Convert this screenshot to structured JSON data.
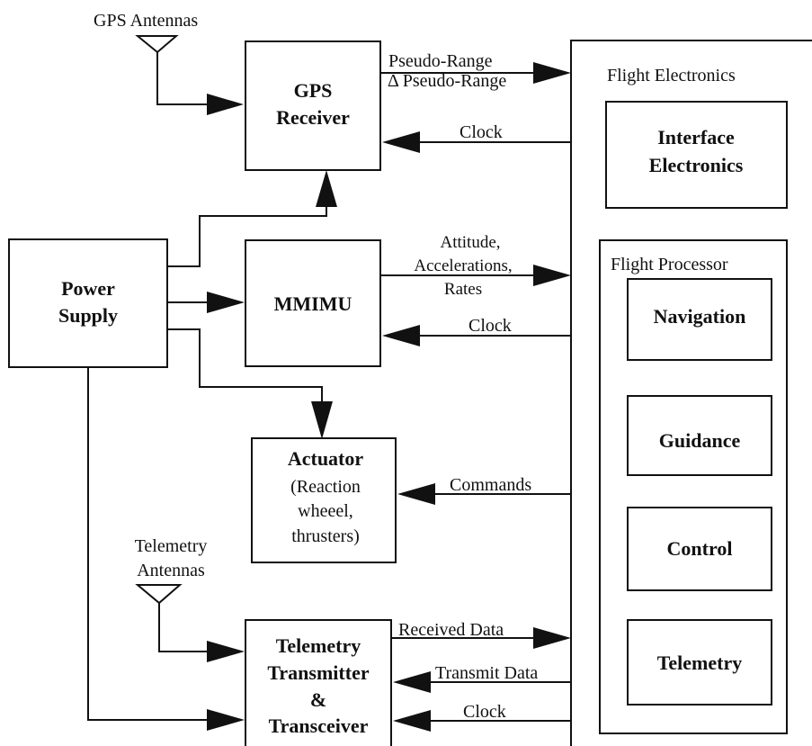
{
  "antennas": {
    "gps": "GPS Antennas",
    "telemetry_line1": "Telemetry",
    "telemetry_line2": "Antennas"
  },
  "blocks": {
    "gps_receiver": [
      "GPS",
      "Receiver"
    ],
    "power_supply": [
      "Power",
      "Supply"
    ],
    "mmimu": "MMIMU",
    "actuator": [
      "Actuator",
      "(Reaction",
      "wheeel,",
      "thrusters)"
    ],
    "telemetry_tx": [
      "Telemetry",
      "Transmitter",
      "&",
      "Transceiver"
    ],
    "flight_electronics": "Flight Electronics",
    "interface_electronics": [
      "Interface",
      "Electronics"
    ],
    "flight_processor": "Flight Processor",
    "navigation": "Navigation",
    "guidance": "Guidance",
    "control": "Control",
    "telemetry": "Telemetry"
  },
  "signals": {
    "pseudo_range": "Pseudo-Range",
    "delta_pseudo_range": "Δ Pseudo-Range",
    "clock_gps": "Clock",
    "attitude": "Attitude,",
    "accelerations": "Accelerations,",
    "rates": "Rates",
    "clock_mmimu": "Clock",
    "commands": "Commands",
    "received_data": "Received Data",
    "transmit_data": "Transmit Data",
    "clock_tel": "Clock"
  }
}
